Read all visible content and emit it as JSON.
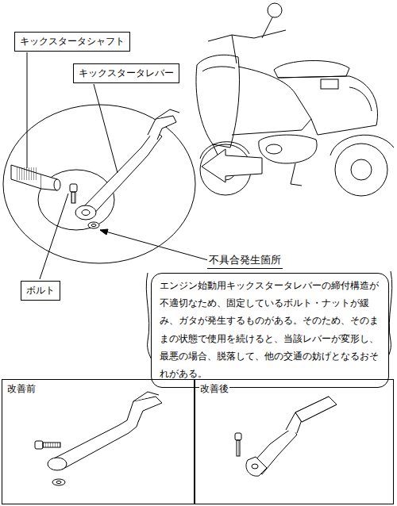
{
  "diagram": {
    "nodes": [
      {
        "text": [
          "キックスタータシャフト"
        ]
      },
      {
        "text": [
          "キックスタータレバー"
        ]
      },
      {
        "text": [
          "ボルト"
        ]
      },
      {
        "text": [
          "不具合発生箇所",
          "エンジン始動用キックスタータレバーの締付構造が不適切なため、固定しているボルト・ナットが緩み、ガタが発生するものがある。そのため、そのままの状態で使用を続けると、当該レバーが変形し、最悪の場合、脱落して、他の交通の妨げとなるおそれがある。"
        ]
      },
      {
        "text": [
          "改善前"
        ]
      },
      {
        "text": [
          "改善後"
        ]
      }
    ]
  }
}
